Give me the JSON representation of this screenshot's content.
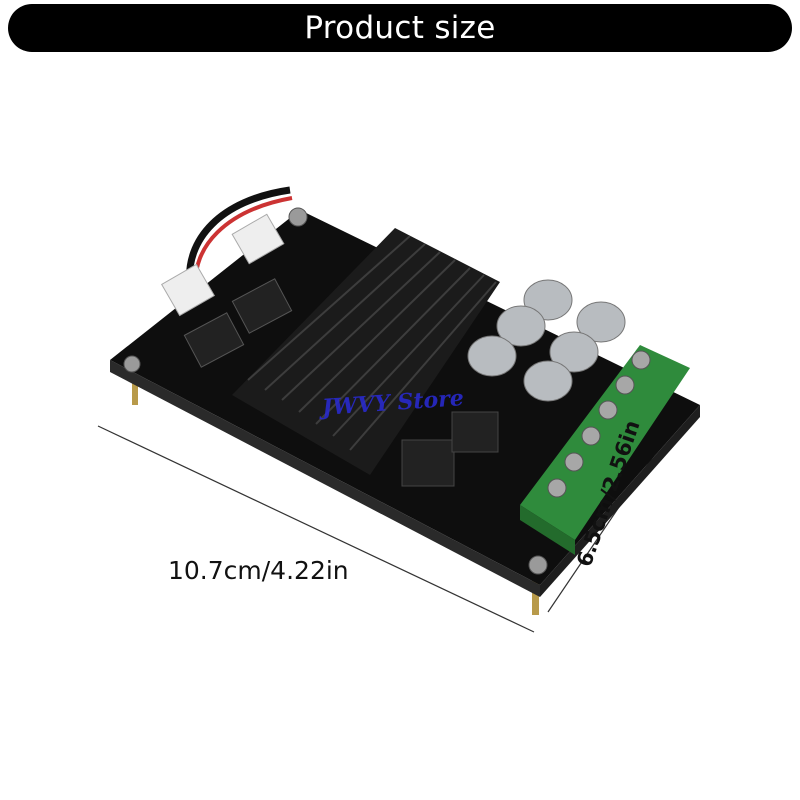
{
  "header": {
    "title": "Product size"
  },
  "dimensions": {
    "width_label": "10.7cm/4.22in",
    "height_label": "6.5cm/2.56in"
  },
  "watermark": {
    "text": "JWVY Store"
  },
  "colors": {
    "pcb": "#111111",
    "heatsink": "#1b1b1b",
    "terminal_green": "#2f8b3c",
    "capacitor": "#b8bcc0"
  }
}
